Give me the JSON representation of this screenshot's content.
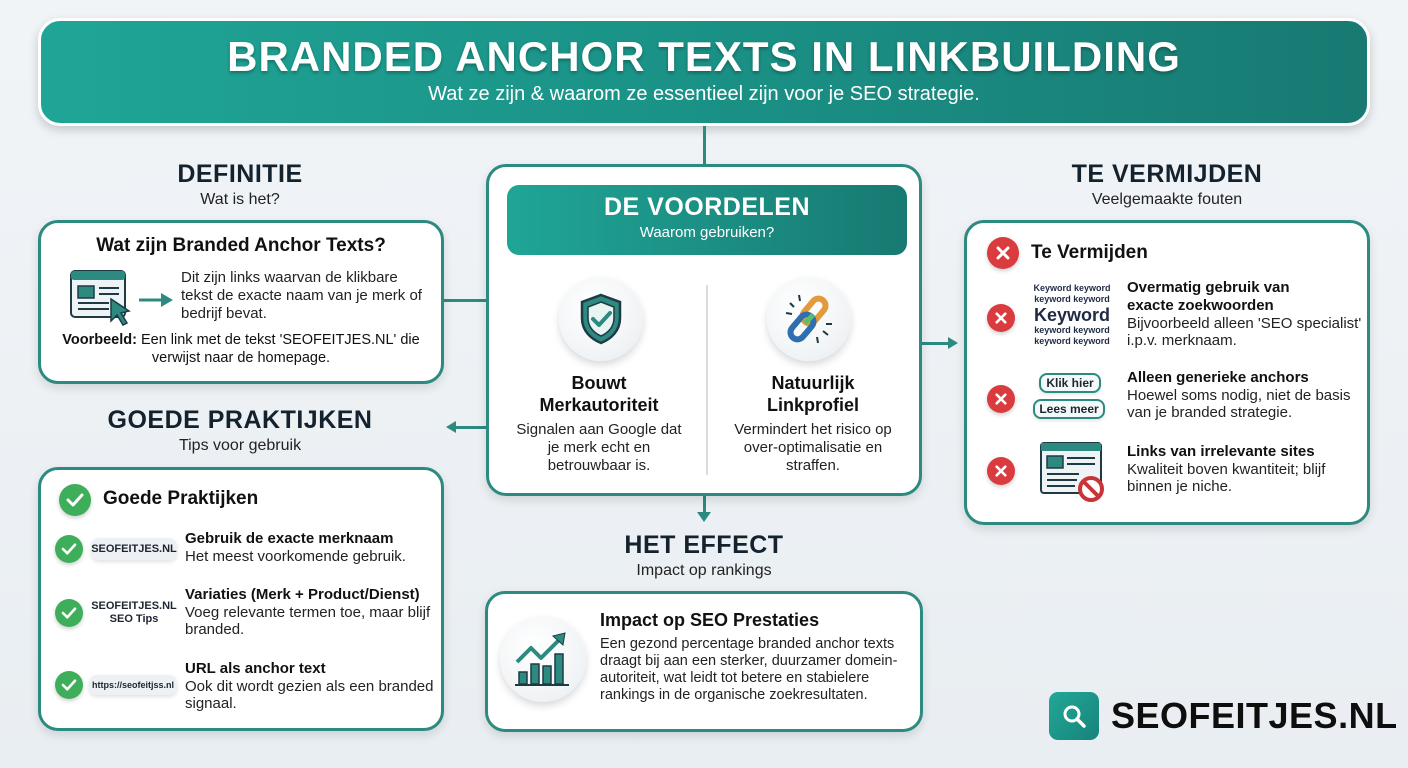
{
  "header": {
    "title": "BRANDED ANCHOR TEXTS IN LINKBUILDING",
    "subtitle": "Wat ze zijn & waarom ze essentieel zijn voor je SEO strategie."
  },
  "definitie": {
    "heading": "DEFINITIE",
    "subheading": "Wat is het?",
    "card_title": "Wat zijn Branded Anchor Texts?",
    "body": "Dit zijn links waarvan de klikbare tekst de exacte naam van je merk of bedrijf bevat.",
    "example_label": "Voorbeeld:",
    "example_text": "Een link met de tekst 'SEOFEITJES.NL' die verwijst naar de homepage.",
    "icon": "browser-click-icon"
  },
  "praktijken": {
    "heading": "GOEDE PRAKTIJKEN",
    "subheading": "Tips voor gebruik",
    "card_title": "Goede Praktijken",
    "items": [
      {
        "pill": "SEOFEITJES.NL",
        "title": "Gebruik de exacte merknaam",
        "desc": "Het meest voorkomende gebruik."
      },
      {
        "pill": "SEOFEITJES.NL",
        "pill2": "SEO Tips",
        "title": "Variaties (Merk + Product/Dienst)",
        "desc": "Voeg relevante termen toe, maar blijf branded."
      },
      {
        "pill": "https://seofeitjss.nl",
        "title": "URL als anchor text",
        "desc": "Ook dit wordt gezien als een branded signaal."
      }
    ]
  },
  "voordelen": {
    "heading": "DE VOORDELEN",
    "subheading": "Waarom gebruiken?",
    "items": [
      {
        "icon": "shield-check-icon",
        "title_1": "Bouwt",
        "title_2": "Merkautoriteit",
        "desc": "Signalen aan Google dat je merk echt en betrouwbaar is."
      },
      {
        "icon": "chain-link-icon",
        "title_1": "Natuurlijk",
        "title_2": "Linkprofiel",
        "desc": "Vermindert het risico op over-optimalisatie en straffen."
      }
    ]
  },
  "effect": {
    "heading": "HET EFFECT",
    "subheading": "Impact op rankings",
    "card_title": "Impact op SEO Prestaties",
    "body": "Een gezond percentage branded anchor texts draagt bij aan een sterker, duurzamer domein-autoriteit, wat leidt tot betere en stabielere rankings in de organische zoekresultaten.",
    "icon": "growth-chart-icon"
  },
  "vermijden": {
    "heading": "TE VERMIJDEN",
    "subheading": "Veelgemaakte fouten",
    "card_title": "Te Vermijden",
    "items": [
      {
        "visual_lines": [
          "Keyword keyword",
          "keyword keyword",
          "Keyword",
          "keyword keyword",
          "keyword keyword"
        ],
        "title_1": "Overmatig gebruik van",
        "title_2": "exacte zoekwoorden",
        "desc": "Bijvoorbeeld alleen 'SEO specialist' i.p.v. merknaam."
      },
      {
        "chips": [
          "Klik hier",
          "Lees meer"
        ],
        "title": "Alleen generieke anchors",
        "desc": "Hoewel soms nodig, niet de basis van je branded strategie."
      },
      {
        "icon": "blocked-site-icon",
        "title": "Links van irrelevante sites",
        "desc": "Kwaliteit boven kwantiteit; blijf binnen je niche."
      }
    ]
  },
  "brand": {
    "logo_text": "SEOFEITJES.NL",
    "icon": "search-icon"
  },
  "colors": {
    "teal": "#1fa596",
    "teal_dark": "#187a72",
    "border": "#2d8a80",
    "check_green": "#3fae5a",
    "x_red": "#d93b3e",
    "heading_dark": "#14222e"
  }
}
